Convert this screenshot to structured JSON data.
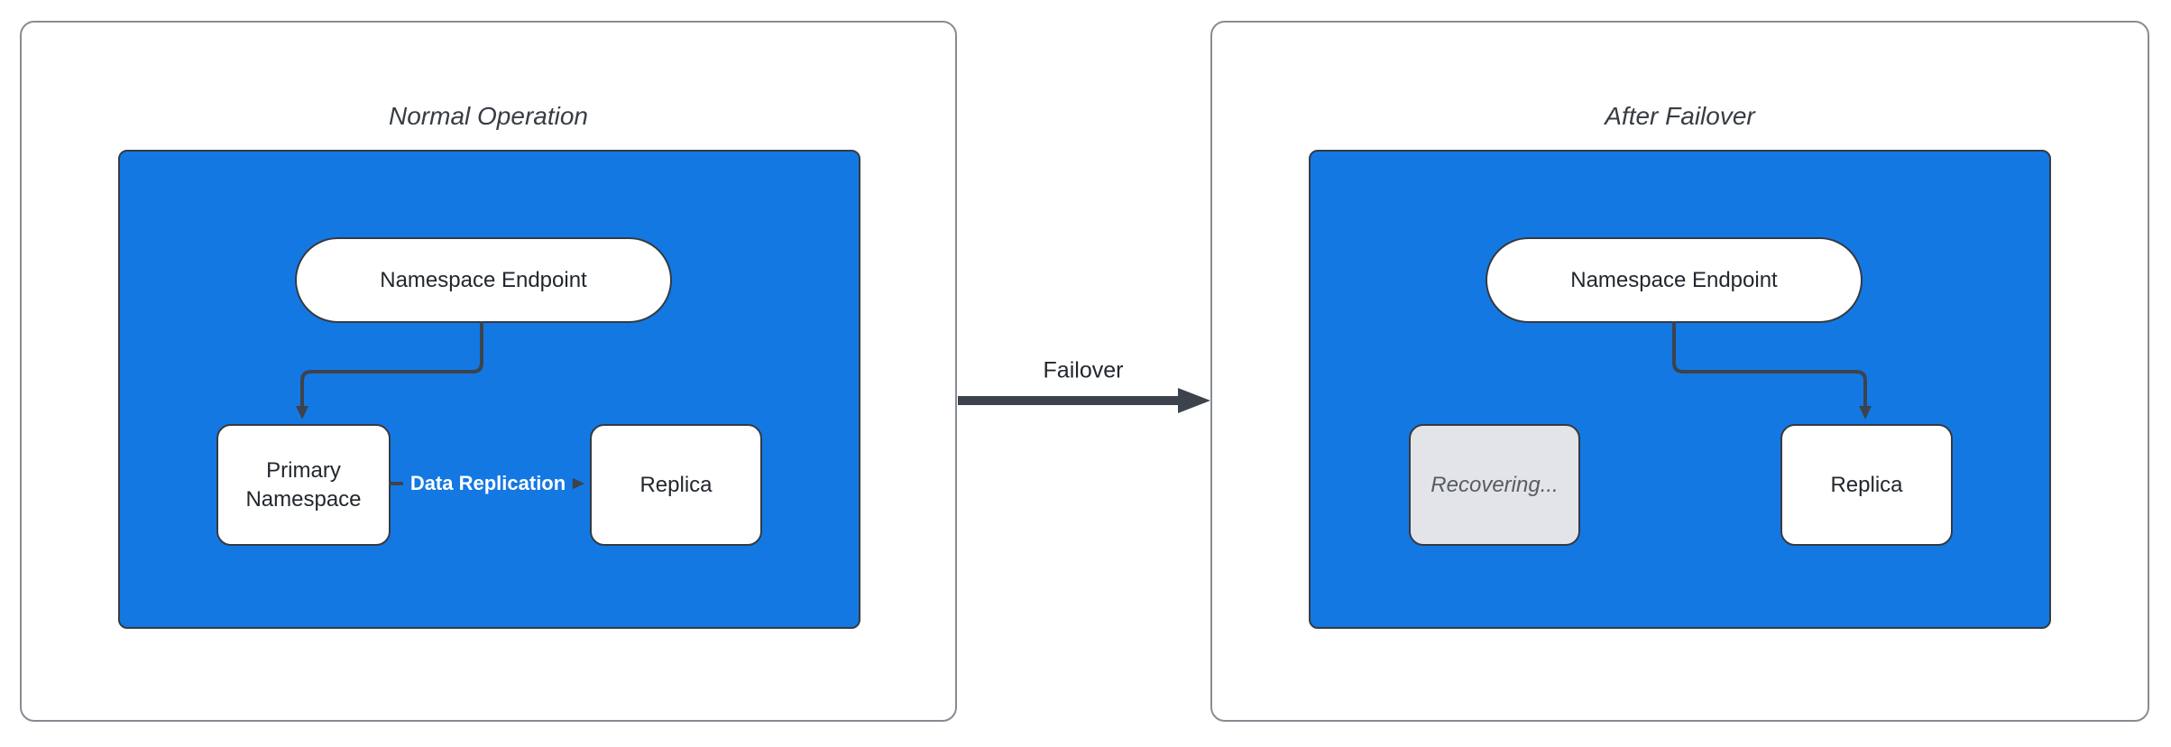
{
  "panels": [
    {
      "title": "Normal Operation",
      "nodes": {
        "endpoint": "Namespace Endpoint",
        "primary": "Primary Namespace",
        "replica": "Replica"
      },
      "edge_label": "Data Replication"
    },
    {
      "title": "After Failover",
      "nodes": {
        "endpoint": "Namespace Endpoint",
        "recovering": "Recovering...",
        "replica": "Replica"
      }
    }
  ],
  "transition": {
    "label": "Failover"
  },
  "colors": {
    "cluster_fill": "#1478e3",
    "connector": "#3d434c",
    "node_border": "#343a40",
    "node_fill": "#ffffff",
    "recovering_fill": "#e2e4e7",
    "recovering_text": "#565c64",
    "edge_label_text": "#ffffff",
    "title_text": "#373d45",
    "node_text": "#22272e",
    "panel_border": "#878c93"
  }
}
